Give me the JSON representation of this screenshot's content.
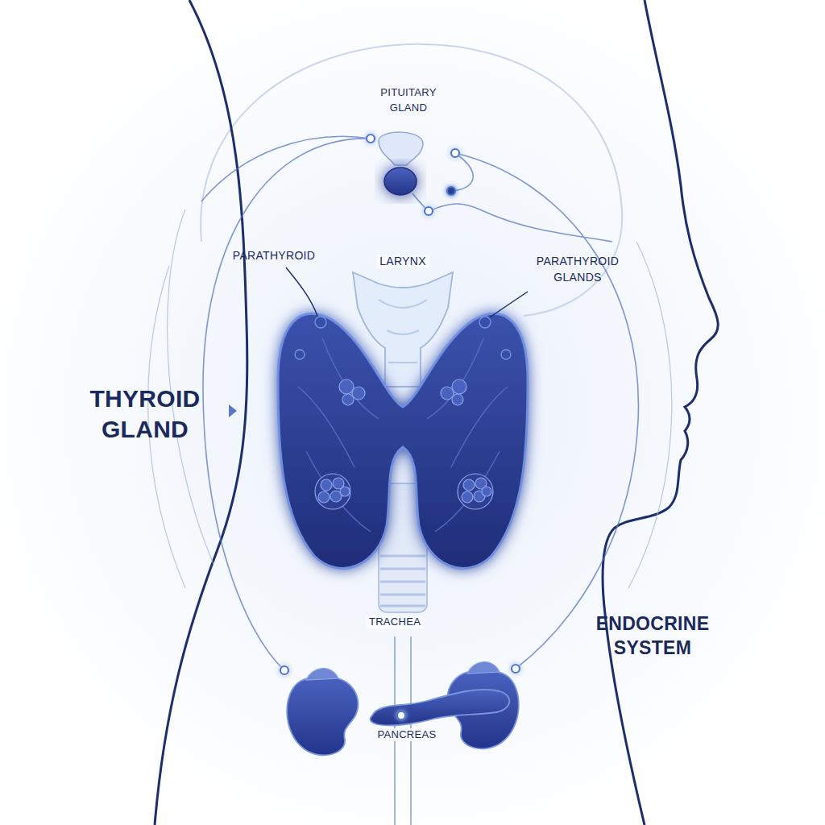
{
  "diagram": {
    "labels": [
      "PITUITARY GLAND",
      "PARATHYROID",
      "LARYNX",
      "PARATHYROID GLANDS",
      "THYROID GLAND",
      "TRACHEA",
      "ENDOCRINE SYSTEM",
      "PANCREAS"
    ]
  }
}
